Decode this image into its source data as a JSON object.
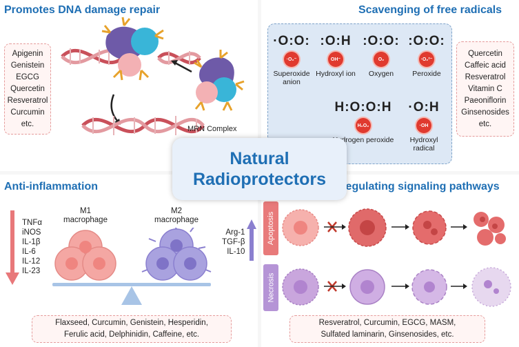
{
  "dna": {
    "title": "Promotes DNA damage repair",
    "compounds": [
      "Apigenin",
      "Genistein",
      "EGCG",
      "Quercetin",
      "Resveratrol",
      "Curcumin",
      "etc."
    ],
    "complex_label": "MRN Complex"
  },
  "radicals": {
    "title": "Scavenging of free radicals",
    "items": [
      {
        "formula": "·O:O:",
        "badge": "·O₂⁻",
        "name": "Superoxide anion"
      },
      {
        "formula": ":O:H",
        "badge": "OH⁻",
        "name": "Hydroxyl ion"
      },
      {
        "formula": ":O:O:",
        "badge": "O₂",
        "name": "Oxygen"
      },
      {
        "formula": ":O:O:",
        "badge": "·O₂²⁻",
        "name": "Peroxide"
      },
      {
        "formula": "H:O:O:H",
        "badge": "H₂O₂",
        "name": "Hydrogen peroxide"
      },
      {
        "formula": "·O:H",
        "badge": "·OH",
        "name": "Hydroxyl radical"
      }
    ],
    "compounds": [
      "Quercetin",
      "Caffeic acid",
      "Resveratrol",
      "Vitamin C",
      "Paeoniflorin",
      "Ginsenosides",
      "etc."
    ]
  },
  "center": {
    "line1": "Natural",
    "line2": "Radioprotectors"
  },
  "inflammation": {
    "title": "Anti-inflammation",
    "m1_label": "M1 macrophage",
    "m2_label": "M2 macrophage",
    "down_cytokines": [
      "TNFα",
      "iNOS",
      "IL-1β",
      "IL-6",
      "IL-12",
      "IL-23"
    ],
    "up_cytokines": [
      "Arg-1",
      "TGF-β",
      "IL-10"
    ],
    "compounds_line1": "Flaxseed, Curcumin, Genistein, Hesperidin,",
    "compounds_line2": "Ferulic acid, Delphinidin, Caffeine, etc.",
    "colors": {
      "m1": "#f4a7a3",
      "m2": "#a9a2df",
      "down": "#e8787a",
      "up": "#8a7fcf"
    }
  },
  "signaling": {
    "title": "Regulating signaling pathways",
    "apoptosis_label": "Apoptosis",
    "necrosis_label": "Necrosis",
    "compounds_line1": "Resveratrol, Curcumin, EGCG, MASM,",
    "compounds_line2": "Sulfated laminarin, Ginsenosides, etc.",
    "colors": {
      "apoptosis": "#e87a7a",
      "necrosis": "#b594d6"
    }
  }
}
